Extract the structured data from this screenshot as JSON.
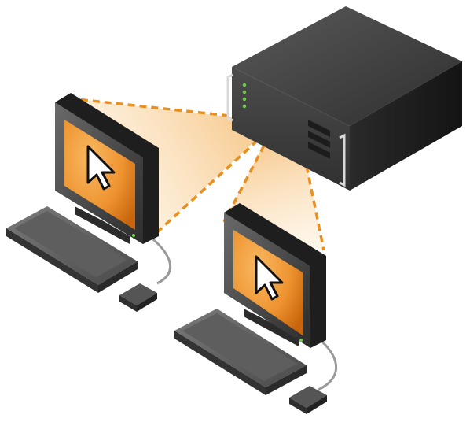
{
  "diagram": {
    "nodes": [
      {
        "id": "server",
        "kind": "rack-server",
        "icon": "rack-server-icon"
      },
      {
        "id": "client-1",
        "kind": "workstation",
        "icon": "desktop-computer-icon",
        "screen_icon": "cursor-arrow-icon"
      },
      {
        "id": "client-2",
        "kind": "workstation",
        "icon": "desktop-computer-icon",
        "screen_icon": "cursor-arrow-icon"
      }
    ],
    "edges": [
      {
        "from": "server",
        "to": "client-1",
        "style": "dashed"
      },
      {
        "from": "server",
        "to": "client-2",
        "style": "dashed"
      }
    ]
  },
  "colors": {
    "accent": "#e8901f",
    "accent_light": "#f7c98c",
    "screen_dark": "#c86a0e",
    "screen_light": "#f6a84a",
    "chassis_dark": "#1e1e1e",
    "chassis_mid": "#3a3a3a",
    "chassis_light": "#5c5c5c",
    "status_led": "#6fd14a"
  }
}
